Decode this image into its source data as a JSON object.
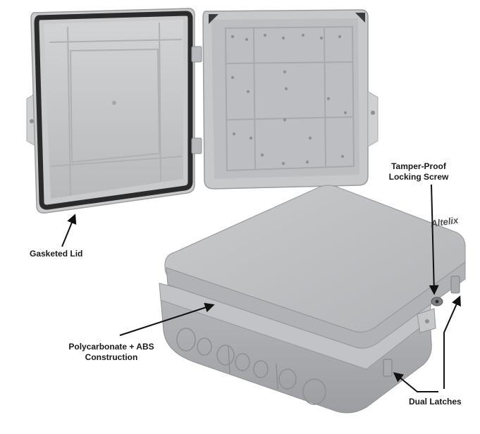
{
  "callouts": {
    "gasketed_lid": "Gasketed Lid",
    "material_line1": "Polycarbonate + ABS",
    "material_line2": "Construction",
    "locking_screw_line1": "Tamper-Proof",
    "locking_screw_line2": "Locking Screw",
    "latches": "Dual Latches"
  },
  "brand": {
    "name": "Altelix"
  },
  "colors": {
    "enclosure_body": "#c3c4c6",
    "enclosure_light": "#d6d7d9",
    "enclosure_dark": "#9fa1a4",
    "gasket": "#2b2b2b",
    "background": "#ffffff",
    "label_text": "#1a1a1a"
  }
}
